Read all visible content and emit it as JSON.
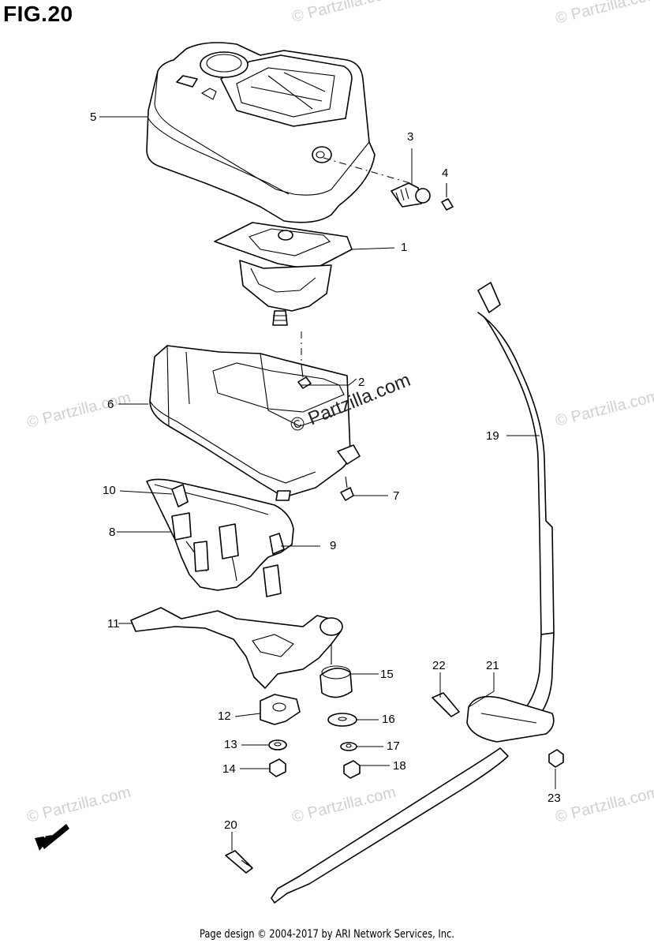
{
  "figure": {
    "title": "FIG.20"
  },
  "watermark": {
    "main": "© Partzilla.com",
    "faint": "© Partzilla.com"
  },
  "fwd_label": "FWD",
  "callouts": [
    {
      "id": "5",
      "number": "5"
    },
    {
      "id": "3",
      "number": "3"
    },
    {
      "id": "4",
      "number": "4"
    },
    {
      "id": "1",
      "number": "1"
    },
    {
      "id": "2",
      "number": "2"
    },
    {
      "id": "6",
      "number": "6"
    },
    {
      "id": "19",
      "number": "19"
    },
    {
      "id": "7",
      "number": "7"
    },
    {
      "id": "10",
      "number": "10"
    },
    {
      "id": "8",
      "number": "8"
    },
    {
      "id": "9",
      "number": "9"
    },
    {
      "id": "11",
      "number": "11"
    },
    {
      "id": "15",
      "number": "15"
    },
    {
      "id": "22",
      "number": "22"
    },
    {
      "id": "21",
      "number": "21"
    },
    {
      "id": "12",
      "number": "12"
    },
    {
      "id": "16",
      "number": "16"
    },
    {
      "id": "13",
      "number": "13"
    },
    {
      "id": "17",
      "number": "17"
    },
    {
      "id": "14",
      "number": "14"
    },
    {
      "id": "18",
      "number": "18"
    },
    {
      "id": "23",
      "number": "23"
    },
    {
      "id": "20",
      "number": "20"
    }
  ],
  "footer": {
    "text": "Page design © 2004-2017 by ARI Network Services, Inc."
  }
}
